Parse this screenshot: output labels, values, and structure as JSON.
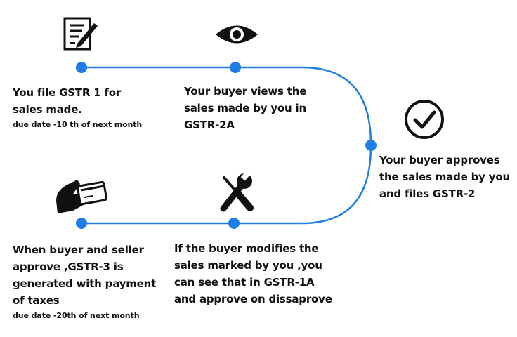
{
  "colors": {
    "line": "#1e7ee6",
    "dot": "#1e7ee6",
    "icon": "#111111",
    "text": "#111111",
    "background": "#ffffff"
  },
  "steps": [
    {
      "id": "step1",
      "icon": "document-pen-icon",
      "lines": [
        "You file GSTR 1 for",
        "sales made."
      ],
      "note": "due date -10 th of next month"
    },
    {
      "id": "step2",
      "icon": "eye-icon",
      "lines": [
        "Your buyer views the",
        "sales made by you in",
        "GSTR-2A"
      ]
    },
    {
      "id": "step3",
      "icon": "check-circle-icon",
      "lines": [
        "Your buyer approves",
        "the sales made by you",
        "and files GSTR-2"
      ]
    },
    {
      "id": "step4",
      "icon": "tools-icon",
      "lines": [
        "If the buyer modifies the",
        "sales marked by you ,you",
        "can see that in GSTR-1A",
        "and approve on dissaprove"
      ]
    },
    {
      "id": "step5",
      "icon": "card-payment-icon",
      "lines": [
        "When buyer and seller",
        "approve ,GSTR-3 is",
        "generated with payment",
        "of taxes"
      ],
      "note": "due date -20th of next month"
    }
  ]
}
